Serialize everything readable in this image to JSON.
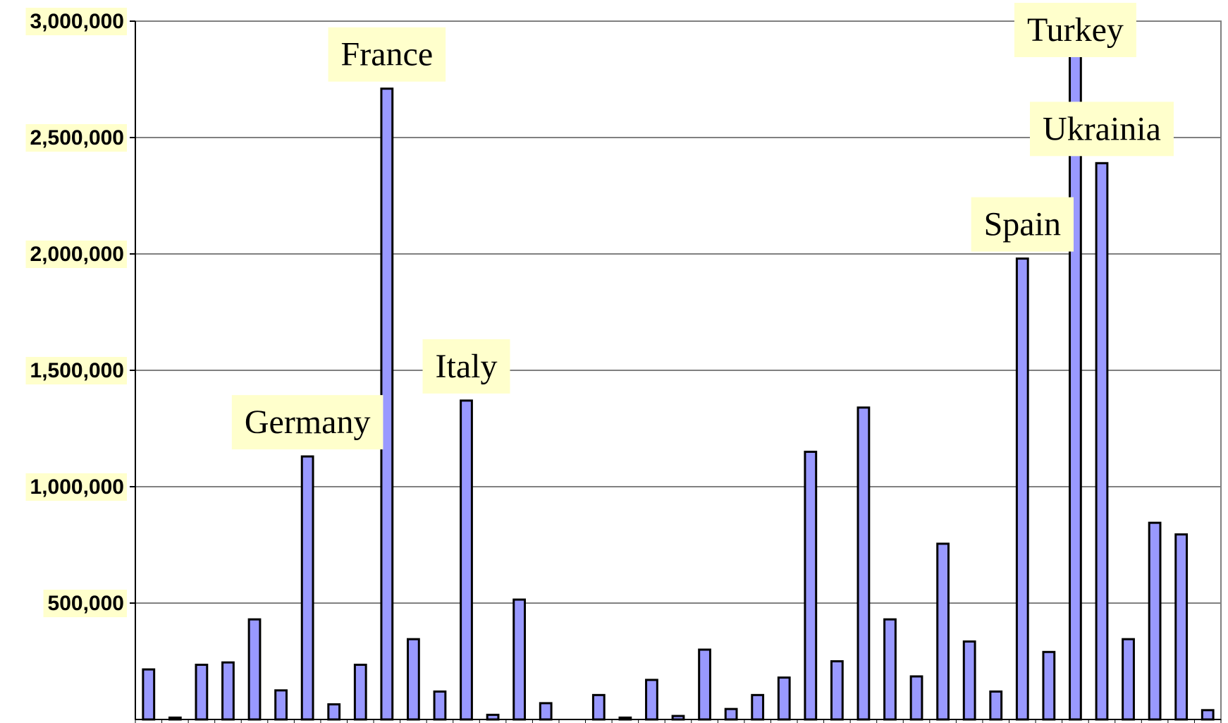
{
  "chart_data": {
    "type": "bar",
    "title": "",
    "xlabel": "",
    "ylabel": "",
    "ylim": [
      0,
      3000000
    ],
    "y_ticks": [
      {
        "value": 500000,
        "label": "500,000"
      },
      {
        "value": 1000000,
        "label": "1,000,000"
      },
      {
        "value": 1500000,
        "label": "1,500,000"
      },
      {
        "value": 2000000,
        "label": "2,000,000"
      },
      {
        "value": 2500000,
        "label": "2,500,000"
      },
      {
        "value": 3000000,
        "label": "3,000,000"
      }
    ],
    "grid": true,
    "values": [
      215000,
      8000,
      235000,
      245000,
      430000,
      125000,
      1130000,
      65000,
      235000,
      2710000,
      345000,
      120000,
      1370000,
      20000,
      515000,
      70000,
      0,
      105000,
      8000,
      170000,
      15000,
      300000,
      45000,
      105000,
      180000,
      1150000,
      250000,
      1340000,
      430000,
      185000,
      755000,
      335000,
      120000,
      1980000,
      290000,
      2980000,
      2390000,
      345000,
      845000,
      795000,
      40000
    ],
    "annotations": [
      {
        "text": "Germany",
        "bar_index": 6
      },
      {
        "text": "France",
        "bar_index": 9
      },
      {
        "text": "Italy",
        "bar_index": 12
      },
      {
        "text": "Spain",
        "bar_index": 33
      },
      {
        "text": "Turkey",
        "bar_index": 35
      },
      {
        "text": "Ukrainia",
        "bar_index": 36
      }
    ],
    "colors": {
      "bar_fill": "#9999ff",
      "bar_stroke": "#000000",
      "label_background": "#ffffcc",
      "grid": "#000000",
      "plot_border": "#808080"
    }
  }
}
